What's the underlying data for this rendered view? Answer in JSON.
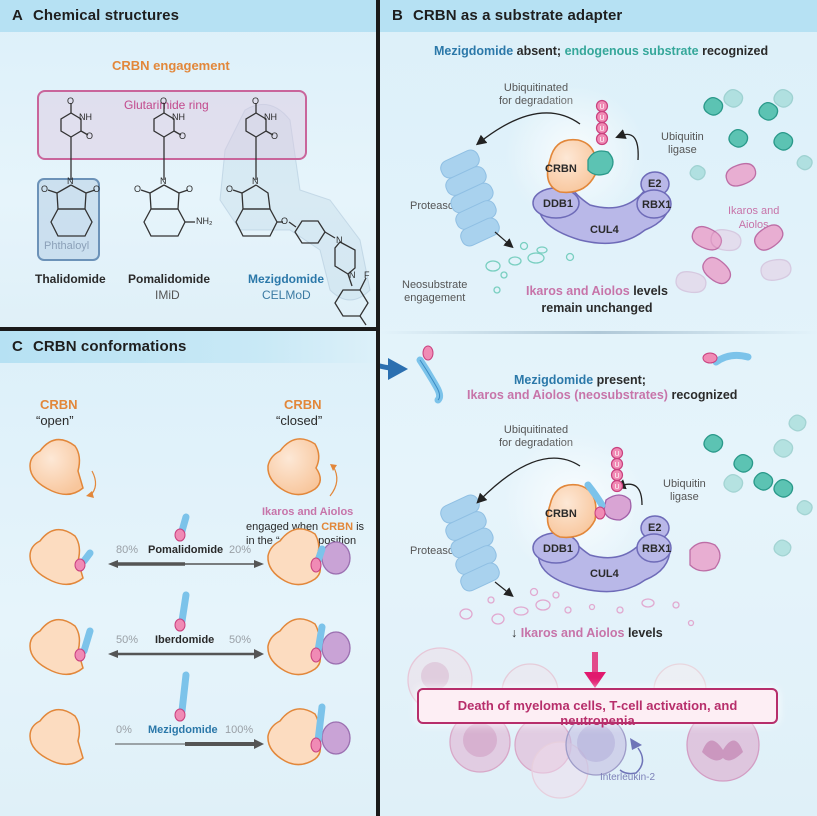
{
  "panel_a": {
    "letter": "A",
    "title": "Chemical structures",
    "crbn_engagement": "CRBN engagement",
    "glutarimide_label": "Glutarimide ring",
    "phthaloyl_label": "Phthaloyl",
    "atoms": {
      "o": "O",
      "nh": "NH",
      "n": "N",
      "nh2": "NH₂",
      "f": "F"
    },
    "compounds": [
      {
        "name": "Thalidomide",
        "class": ""
      },
      {
        "name": "Pomalidomide",
        "class": "IMiD"
      },
      {
        "name": "Mezigdomide",
        "class": "CELMoD"
      }
    ]
  },
  "panel_b": {
    "letter": "B",
    "title": "CRBN as a substrate adapter",
    "absent": {
      "drug": "Mezigdomide",
      "absent_word": " absent; ",
      "substrate": "endogenous substrate",
      "recognized": " recognized"
    },
    "present": {
      "drug": "Mezigdomide",
      "present_word": " present;",
      "neosubstrates": "Ikaros and Aiolos (neosubstrates)",
      "recognized": " recognized"
    },
    "ubiquitinated_line1": "Ubiquitinated",
    "ubiquitinated_line2": "for degradation",
    "ubiquitin_line1": "Ubiquitin",
    "ubiquitin_line2": "ligase",
    "ubiquitin_bead": "U",
    "proteasome": "Proteasome",
    "neosubstrate_line1": "Neosubstrate",
    "neosubstrate_line2": "engagement",
    "complex": {
      "crbn": "CRBN",
      "ddb1": "DDB1",
      "cul4": "CUL4",
      "e2": "E2",
      "rbx1": "RBX1"
    },
    "ikaros_aiolos_line1": "Ikaros and",
    "ikaros_aiolos_line2": "Aiolos",
    "unchanged": {
      "proteins": "Ikaros and Aiolos",
      "levels": " levels",
      "line2": "remain unchanged"
    },
    "decreased": {
      "arrow": "↓ ",
      "proteins": "Ikaros and Aiolos",
      "levels": " levels"
    },
    "result": "Death of myeloma cells, T-cell activation, and neutropenia",
    "interleukin": "Interleukin-2"
  },
  "panel_c": {
    "letter": "C",
    "title": "CRBN conformations",
    "open_label": "CRBN",
    "open_state": "“open”",
    "closed_label": "CRBN",
    "closed_state": "“closed”",
    "note_proteins": "Ikaros and Aiolos",
    "note_line2_pre": "engaged when ",
    "note_line2_crbn": "CRBN",
    "note_line2_post": " is",
    "note_line3": "in the “closed” position",
    "equilibria": [
      {
        "drug": "Pomalidomide",
        "open_pct": "80%",
        "closed_pct": "20%",
        "open_fraction": 0.8,
        "closed_fraction": 0.2
      },
      {
        "drug": "Iberdomide",
        "open_pct": "50%",
        "closed_pct": "50%",
        "open_fraction": 0.5,
        "closed_fraction": 0.5
      },
      {
        "drug": "Mezigdomide",
        "open_pct": "0%",
        "closed_pct": "100%",
        "open_fraction": 0.0,
        "closed_fraction": 1.0
      }
    ]
  },
  "colors": {
    "crbn_orange": "#e2873a",
    "ikaros_pink": "#c774a9",
    "mezigdomide_blue": "#2b78a9",
    "substrate_teal": "#35a79a",
    "result_red": "#b72e6b",
    "header_blue": "#b6e1f3"
  }
}
